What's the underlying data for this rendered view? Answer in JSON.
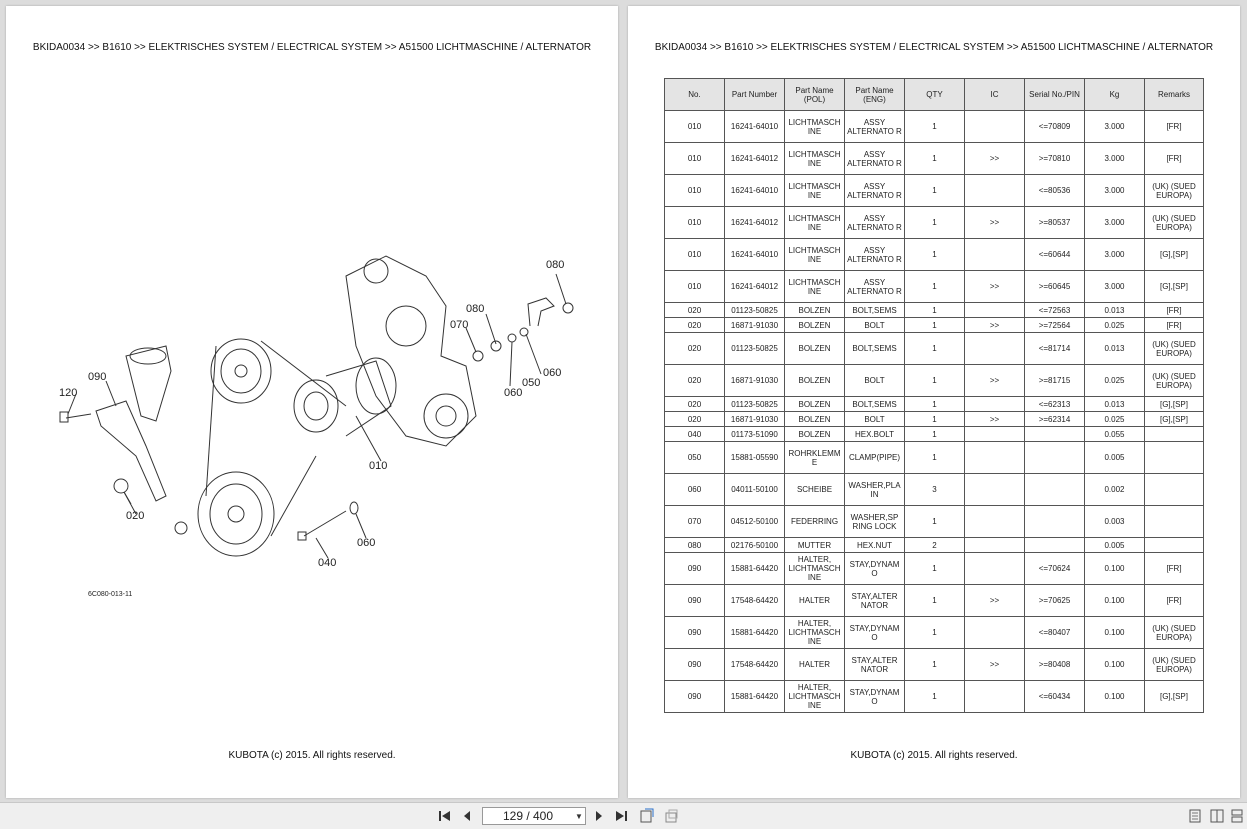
{
  "breadcrumb": "BKIDA0034 >> B1610 >> ELEKTRISCHES SYSTEM / ELECTRICAL SYSTEM >> A51500   LICHTMASCHINE / ALTERNATOR",
  "footer": "KUBOTA (c) 2015. All rights reserved.",
  "diagram": {
    "code": "6C080-013-11",
    "callouts": [
      "080",
      "080",
      "070",
      "060",
      "050",
      "060",
      "090",
      "120",
      "010",
      "020",
      "060",
      "040"
    ]
  },
  "table": {
    "headers": [
      "No.",
      "Part Number",
      "Part Name\n(POL)",
      "Part Name\n(ENG)",
      "QTY",
      "IC",
      "Serial No./PIN",
      "Kg",
      "Remarks"
    ],
    "rows": [
      [
        "010",
        "16241-64010",
        "LICHTMASCH INE",
        "ASSY ALTERNATO R",
        "1",
        "",
        "<=70809",
        "3.000",
        "[FR]"
      ],
      [
        "010",
        "16241-64012",
        "LICHTMASCH INE",
        "ASSY ALTERNATO R",
        "1",
        ">>",
        ">=70810",
        "3.000",
        "[FR]"
      ],
      [
        "010",
        "16241-64010",
        "LICHTMASCH INE",
        "ASSY ALTERNATO R",
        "1",
        "",
        "<=80536",
        "3.000",
        "(UK) (SUED EUROPA)"
      ],
      [
        "010",
        "16241-64012",
        "LICHTMASCH INE",
        "ASSY ALTERNATO R",
        "1",
        ">>",
        ">=80537",
        "3.000",
        "(UK) (SUED EUROPA)"
      ],
      [
        "010",
        "16241-64010",
        "LICHTMASCH INE",
        "ASSY ALTERNATO R",
        "1",
        "",
        "<=60644",
        "3.000",
        "[G],[SP]"
      ],
      [
        "010",
        "16241-64012",
        "LICHTMASCH INE",
        "ASSY ALTERNATO R",
        "1",
        ">>",
        ">=60645",
        "3.000",
        "[G],[SP]"
      ],
      [
        "020",
        "01123-50825",
        "BOLZEN",
        "BOLT,SEMS",
        "1",
        "",
        "<=72563",
        "0.013",
        "[FR]"
      ],
      [
        "020",
        "16871-91030",
        "BOLZEN",
        "BOLT",
        "1",
        ">>",
        ">=72564",
        "0.025",
        "[FR]"
      ],
      [
        "020",
        "01123-50825",
        "BOLZEN",
        "BOLT,SEMS",
        "1",
        "",
        "<=81714",
        "0.013",
        "(UK) (SUED EUROPA)"
      ],
      [
        "020",
        "16871-91030",
        "BOLZEN",
        "BOLT",
        "1",
        ">>",
        ">=81715",
        "0.025",
        "(UK) (SUED EUROPA)"
      ],
      [
        "020",
        "01123-50825",
        "BOLZEN",
        "BOLT,SEMS",
        "1",
        "",
        "<=62313",
        "0.013",
        "[G],[SP]"
      ],
      [
        "020",
        "16871-91030",
        "BOLZEN",
        "BOLT",
        "1",
        ">>",
        ">=62314",
        "0.025",
        "[G],[SP]"
      ],
      [
        "040",
        "01173-51090",
        "BOLZEN",
        "HEX.BOLT",
        "1",
        "",
        "",
        "0.055",
        ""
      ],
      [
        "050",
        "15881-05590",
        "ROHRKLEMM E",
        "CLAMP(PIPE)",
        "1",
        "",
        "",
        "0.005",
        ""
      ],
      [
        "060",
        "04011-50100",
        "SCHEIBE",
        "WASHER,PLA IN",
        "3",
        "",
        "",
        "0.002",
        ""
      ],
      [
        "070",
        "04512-50100",
        "FEDERRING",
        "WASHER,SP RING LOCK",
        "1",
        "",
        "",
        "0.003",
        ""
      ],
      [
        "080",
        "02176-50100",
        "MUTTER",
        "HEX.NUT",
        "2",
        "",
        "",
        "0.005",
        ""
      ],
      [
        "090",
        "15881-64420",
        "HALTER, LICHTMASCH INE",
        "STAY,DYNAM O",
        "1",
        "",
        "<=70624",
        "0.100",
        "[FR]"
      ],
      [
        "090",
        "17548-64420",
        "HALTER",
        "STAY,ALTER NATOR",
        "1",
        ">>",
        ">=70625",
        "0.100",
        "[FR]"
      ],
      [
        "090",
        "15881-64420",
        "HALTER, LICHTMASCH INE",
        "STAY,DYNAM O",
        "1",
        "",
        "<=80407",
        "0.100",
        "(UK) (SUED EUROPA)"
      ],
      [
        "090",
        "17548-64420",
        "HALTER",
        "STAY,ALTER NATOR",
        "1",
        ">>",
        ">=80408",
        "0.100",
        "(UK) (SUED EUROPA)"
      ],
      [
        "090",
        "15881-64420",
        "HALTER, LICHTMASCH INE",
        "STAY,DYNAM O",
        "1",
        "",
        "<=60434",
        "0.100",
        "[G],[SP]"
      ]
    ]
  },
  "toolbar": {
    "page_indicator": "129 / 400",
    "icons": [
      "first-page-icon",
      "prev-page-icon",
      "next-page-icon",
      "last-page-icon",
      "fit-page-icon",
      "fit-width-icon",
      "single-page-icon",
      "two-page-icon",
      "continuous-icon"
    ]
  }
}
